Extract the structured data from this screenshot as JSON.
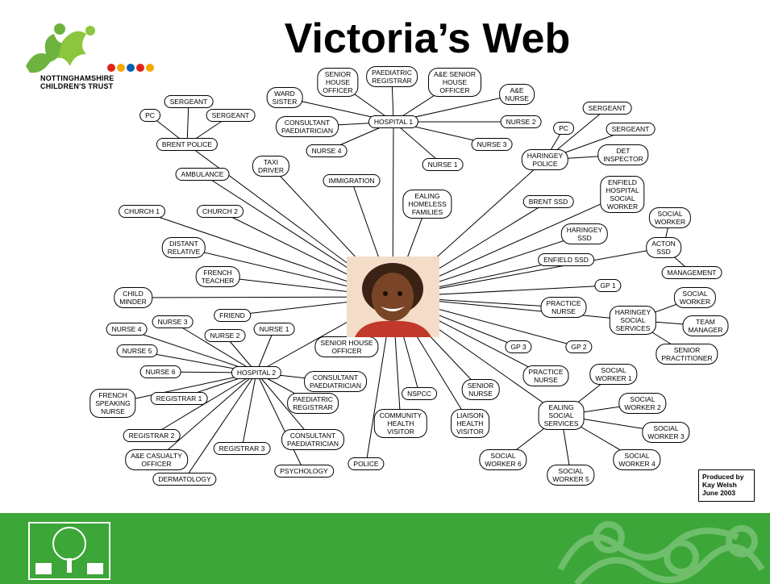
{
  "title": "Victoria’s Web",
  "organisation": {
    "line1": "NOTTINGHAMSHIRE",
    "line2": "CHILDREN'S TRUST"
  },
  "produced_by": "Produced by\nKay Welsh\nJune 2003",
  "colors": {
    "footer": "#3da638",
    "logo_green": "#6fb33f",
    "node_border": "#000000"
  },
  "icons": [
    "children-running-logo",
    "tree-emblem",
    "celtic-knot-pattern"
  ],
  "center": {
    "label": "child-photo"
  },
  "nodes": [
    {
      "id": "hospital1",
      "label": "HOSPITAL 1"
    },
    {
      "id": "senior-house-officer-h1",
      "label": "SENIOR\nHOUSE\nOFFICER"
    },
    {
      "id": "paediatric-registrar-h1",
      "label": "PAEDIATRIC\nREGISTRAR"
    },
    {
      "id": "ae-senior-house-officer",
      "label": "A&E SENIOR\nHOUSE\nOFFICER"
    },
    {
      "id": "ae-nurse",
      "label": "A&E\nNURSE"
    },
    {
      "id": "ward-sister",
      "label": "WARD\nSISTER"
    },
    {
      "id": "consultant-paediatrician-h1",
      "label": "CONSULTANT\nPAEDIATRICIAN"
    },
    {
      "id": "nurse2-h1",
      "label": "NURSE 2"
    },
    {
      "id": "nurse3-h1",
      "label": "NURSE 3"
    },
    {
      "id": "nurse4-h1",
      "label": "NURSE 4"
    },
    {
      "id": "nurse1-h1",
      "label": "NURSE 1"
    },
    {
      "id": "brent-police",
      "label": "BRENT POLICE"
    },
    {
      "id": "sergeant-b1",
      "label": "SERGEANT"
    },
    {
      "id": "pc-b",
      "label": "PC"
    },
    {
      "id": "sergeant-b2",
      "label": "SERGEANT"
    },
    {
      "id": "haringey-police",
      "label": "HARINGEY\nPOLICE"
    },
    {
      "id": "sergeant-h1",
      "label": "SERGEANT"
    },
    {
      "id": "pc-h",
      "label": "PC"
    },
    {
      "id": "sergeant-h2",
      "label": "SERGEANT"
    },
    {
      "id": "det-inspector",
      "label": "DET\nINSPECTOR"
    },
    {
      "id": "taxi-driver",
      "label": "TAXI\nDRIVER"
    },
    {
      "id": "ambulance",
      "label": "AMBULANCE"
    },
    {
      "id": "immigration",
      "label": "IMMIGRATION"
    },
    {
      "id": "ealing-homeless",
      "label": "EALING\nHOMELESS\nFAMILIES"
    },
    {
      "id": "brent-ssd",
      "label": "BRENT SSD"
    },
    {
      "id": "enfield-hospital-sw",
      "label": "ENFIELD\nHOSPITAL\nSOCIAL\nWORKER"
    },
    {
      "id": "church1",
      "label": "CHURCH 1"
    },
    {
      "id": "church2",
      "label": "CHURCH 2"
    },
    {
      "id": "haringey-ssd",
      "label": "HARINGEY\nSSD"
    },
    {
      "id": "social-worker-acton",
      "label": "SOCIAL\nWORKER"
    },
    {
      "id": "acton-ssd",
      "label": "ACTON\nSSD"
    },
    {
      "id": "management",
      "label": "MANAGEMENT"
    },
    {
      "id": "distant-relative",
      "label": "DISTANT\nRELATIVE"
    },
    {
      "id": "enfield-ssd",
      "label": "ENFIELD SSD"
    },
    {
      "id": "french-teacher",
      "label": "FRENCH\nTEACHER"
    },
    {
      "id": "gp1",
      "label": "GP 1"
    },
    {
      "id": "child-minder",
      "label": "CHILD\nMINDER"
    },
    {
      "id": "practice-nurse-1",
      "label": "PRACTICE\nNURSE"
    },
    {
      "id": "haringey-social-services",
      "label": "HARINGEY\nSOCIAL\nSERVICES"
    },
    {
      "id": "social-worker-hss",
      "label": "SOCIAL\nWORKER"
    },
    {
      "id": "team-manager",
      "label": "TEAM\nMANAGER"
    },
    {
      "id": "senior-practitioner",
      "label": "SENIOR\nPRACTITIONER"
    },
    {
      "id": "friend",
      "label": "FRIEND"
    },
    {
      "id": "nurse3-h2",
      "label": "NURSE 3"
    },
    {
      "id": "nurse4-h2",
      "label": "NURSE 4"
    },
    {
      "id": "nurse2-h2",
      "label": "NURSE 2"
    },
    {
      "id": "nurse1-h2",
      "label": "NURSE 1"
    },
    {
      "id": "senior-house-officer-h2",
      "label": "SENIOR HOUSE\nOFFICER"
    },
    {
      "id": "nurse5-h2",
      "label": "NURSE 5"
    },
    {
      "id": "hospital2",
      "label": "HOSPITAL 2"
    },
    {
      "id": "nurse6-h2",
      "label": "NURSE 6"
    },
    {
      "id": "consultant-paediatrician-h2a",
      "label": "CONSULTANT\nPAEDIATRICIAN"
    },
    {
      "id": "gp3",
      "label": "GP 3"
    },
    {
      "id": "gp2",
      "label": "GP 2"
    },
    {
      "id": "practice-nurse-2",
      "label": "PRACTICE\nNURSE"
    },
    {
      "id": "french-speaking-nurse",
      "label": "FRENCH\nSPEAKING\nNURSE"
    },
    {
      "id": "registrar1",
      "label": "REGISTRAR 1"
    },
    {
      "id": "paediatric-registrar-h2",
      "label": "PAEDIATRIC\nREGISTRAR"
    },
    {
      "id": "nspcc",
      "label": "NSPCC"
    },
    {
      "id": "senior-nurse",
      "label": "SENIOR\nNURSE"
    },
    {
      "id": "social-worker-1",
      "label": "SOCIAL\nWORKER 1"
    },
    {
      "id": "community-health-visitor",
      "label": "COMMUNITY\nHEALTH\nVISITOR"
    },
    {
      "id": "liaison-health-visitor",
      "label": "LIAISON\nHEALTH\nVISITOR"
    },
    {
      "id": "ealing-social-services",
      "label": "EALING\nSOCIAL\nSERVICES"
    },
    {
      "id": "social-worker-2",
      "label": "SOCIAL\nWORKER 2"
    },
    {
      "id": "registrar2",
      "label": "REGISTRAR 2"
    },
    {
      "id": "consultant-paediatrician-h2b",
      "label": "CONSULTANT\nPAEDIATRICIAN"
    },
    {
      "id": "social-worker-3",
      "label": "SOCIAL\nWORKER 3"
    },
    {
      "id": "registrar3",
      "label": "REGISTRAR 3"
    },
    {
      "id": "ae-casualty-officer",
      "label": "A&E CASUALTY\nOFFICER"
    },
    {
      "id": "police",
      "label": "POLICE"
    },
    {
      "id": "social-worker-6",
      "label": "SOCIAL\nWORKER 6"
    },
    {
      "id": "social-worker-4",
      "label": "SOCIAL\nWORKER 4"
    },
    {
      "id": "psychology",
      "label": "PSYCHOLOGY"
    },
    {
      "id": "dermatology",
      "label": "DERMATOLOGY"
    },
    {
      "id": "social-worker-5",
      "label": "SOCIAL\nWORKER 5"
    }
  ]
}
